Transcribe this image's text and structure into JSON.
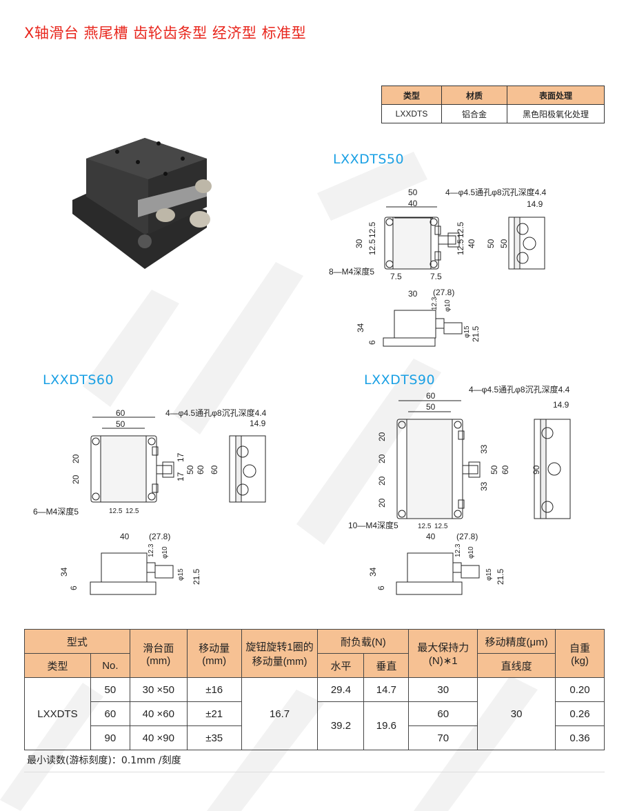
{
  "title": "X轴滑台 燕尾槽 齿轮齿条型 经济型 标准型",
  "spec_top": {
    "headers": [
      "类型",
      "材质",
      "表面处理"
    ],
    "row": [
      "LXXDTS",
      "铝合金",
      "黑色阳极氧化处理"
    ],
    "header_color": "#f6c193"
  },
  "drawings": {
    "d50": {
      "model": "LXXDTS50",
      "labels": {
        "w_outer": "50",
        "w_inner": "40",
        "callout": "4—φ4.5通孔φ8沉孔深度4.4",
        "side_w": "14.9",
        "h30": "30",
        "p1": "12.5",
        "p2": "12.5",
        "p3": "12.5",
        "p4": "12.5",
        "h40": "40",
        "h50a": "50",
        "h50b": "50",
        "tap": "8—M4深度5",
        "e1": "7.5",
        "e2": "7.5",
        "f30": "30",
        "f278": "(27.8)",
        "f123": "12.3",
        "fphi10": "φ10",
        "f34": "34",
        "f6": "6",
        "fphi15": "φ15",
        "f215": "21.5"
      }
    },
    "d60": {
      "model": "LXXDTS60",
      "labels": {
        "w_outer": "60",
        "w_inner": "50",
        "callout": "4—φ4.5通孔φ8沉孔深度4.4",
        "side_w": "14.9",
        "v20a": "20",
        "v20b": "20",
        "v17a": "17",
        "v17b": "17",
        "h50": "50",
        "h60a": "60",
        "h60b": "60",
        "tap": "6—M4深度5",
        "p1": "12.5",
        "p2": "12.5",
        "f40": "40",
        "f278": "(27.8)",
        "f123": "12.3",
        "fphi10": "φ10",
        "f34": "34",
        "f6": "6",
        "fphi15": "φ15",
        "f215": "21.5"
      }
    },
    "d90": {
      "model": "LXXDTS90",
      "labels": {
        "w_outer": "60",
        "w_inner": "50",
        "callout": "4—φ4.5通孔φ8沉孔深度4.4",
        "side_w": "14.9",
        "v20a": "20",
        "v20b": "20",
        "v20c": "20",
        "v20d": "20",
        "v33a": "33",
        "v33b": "33",
        "h50": "50",
        "h60": "60",
        "h90": "90",
        "tap": "10—M4深度5",
        "p1": "12.5",
        "p2": "12.5",
        "f40": "40",
        "f278": "(27.8)",
        "f123": "12.3",
        "fphi10": "φ10",
        "f34": "34",
        "f6": "6",
        "fphi15": "φ15",
        "f215": "21.5"
      }
    }
  },
  "spec_main": {
    "headers": {
      "form": "型式",
      "type": "类型",
      "no": "No.",
      "table_face": "滑台面",
      "table_face_unit": "(mm)",
      "travel": "移动量",
      "travel_unit": "(mm)",
      "per_turn": "旋钮旋转1圈的",
      "per_turn2": "移动量(mm)",
      "load": "耐负载(N)",
      "load_h": "水平",
      "load_v": "垂直",
      "hold": "最大保持力",
      "hold_unit": "(N)∗1",
      "accuracy": "移动精度(μm)",
      "straightness": "直线度",
      "weight": "自重",
      "weight_unit": "(kg)"
    },
    "type_value": "LXXDTS",
    "per_turn_value": "16.7",
    "straightness_value": "30",
    "rows": [
      {
        "no": "50",
        "face": "30 ×50",
        "travel": "±16",
        "load_h": "29.4",
        "load_v": "14.7",
        "hold": "30",
        "weight": "0.20"
      },
      {
        "no": "60",
        "face": "40 ×60",
        "travel": "±21",
        "load_h": "39.2",
        "load_v": "19.6",
        "hold": "60",
        "weight": "0.26"
      },
      {
        "no": "90",
        "face": "40 ×90",
        "travel": "±35",
        "hold": "70",
        "weight": "0.36"
      }
    ],
    "note": "最小读数(游标刻度)：0.1mm /刻度"
  },
  "colors": {
    "title": "#e8251c",
    "model_label": "#1aa0e4",
    "header_bg": "#f6c193"
  }
}
